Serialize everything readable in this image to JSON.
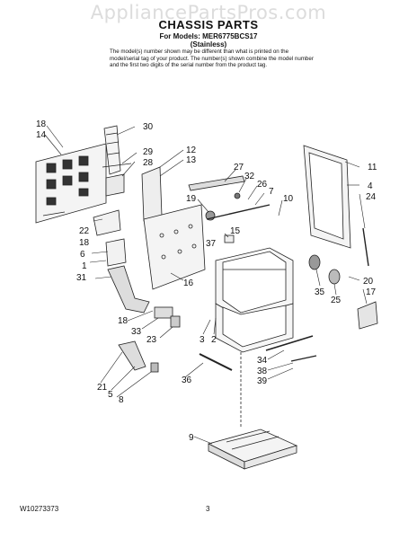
{
  "watermark": "AppliancePartsPros.com",
  "header": {
    "title": "CHASSIS PARTS",
    "models_line": "For Models: MER6775BCS17",
    "finish": "(Stainless)",
    "notice": "The model(s) number shown may be different than what is printed on the model/serial tag of your product. The number(s) shown combine the model number and the first two digits of the serial number from the product tag."
  },
  "callouts": [
    "18",
    "14",
    "30",
    "29",
    "28",
    "12",
    "13",
    "27",
    "32",
    "26",
    "7",
    "19",
    "15",
    "37",
    "10",
    "11",
    "4",
    "24",
    "22",
    "18",
    "6",
    "1",
    "31",
    "16",
    "20",
    "17",
    "35",
    "25",
    "18",
    "33",
    "23",
    "3",
    "2",
    "21",
    "5",
    "8",
    "36",
    "34",
    "38",
    "39",
    "9"
  ],
  "footer": {
    "doc_number": "W10273373",
    "page_number": "3"
  }
}
